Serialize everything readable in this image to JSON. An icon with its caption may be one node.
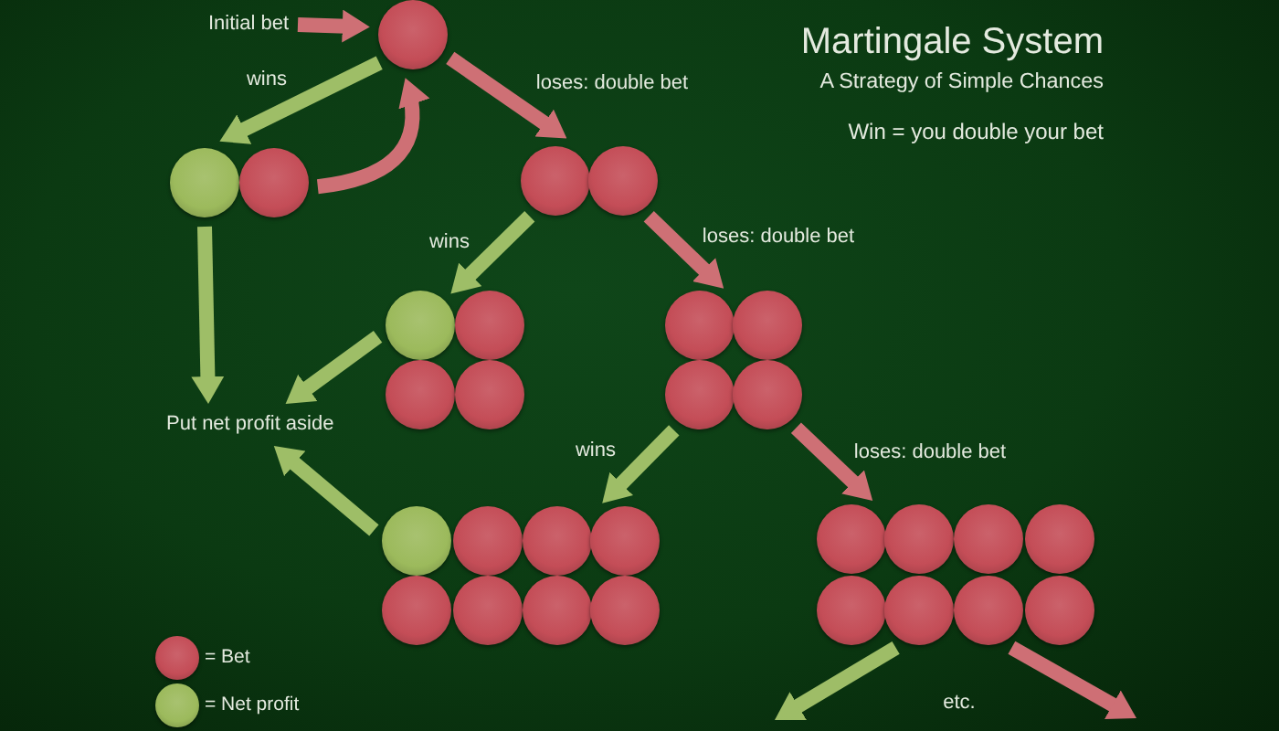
{
  "diagram": {
    "title": "Martingale System",
    "nodes": [
      {
        "text": [
          "Initial bet"
        ]
      },
      {
        "text": [],
        "shape": "circle"
      },
      {
        "text": [],
        "shape": "circle"
      },
      {
        "text": [],
        "shape": "circle"
      },
      {
        "text": [],
        "shape": "circle"
      },
      {
        "text": [],
        "shape": "circle"
      },
      {
        "text": [],
        "shape": "circle"
      },
      {
        "text": [],
        "shape": "circle"
      },
      {
        "text": [],
        "shape": "circle"
      },
      {
        "text": [],
        "shape": "circle"
      },
      {
        "text": [],
        "shape": "circle"
      },
      {
        "text": [],
        "shape": "circle"
      },
      {
        "text": [],
        "shape": "circle"
      },
      {
        "text": [],
        "shape": "circle"
      },
      {
        "text": [
          "Put net profit aside"
        ]
      },
      {
        "text": [],
        "shape": "circle"
      },
      {
        "text": [],
        "shape": "circle"
      },
      {
        "text": [],
        "shape": "circle"
      },
      {
        "text": [],
        "shape": "circle"
      },
      {
        "text": [],
        "shape": "circle"
      },
      {
        "text": [],
        "shape": "circle"
      },
      {
        "text": [],
        "shape": "circle"
      },
      {
        "text": [],
        "shape": "circle"
      },
      {
        "text": [],
        "shape": "circle"
      },
      {
        "text": [],
        "shape": "circle"
      },
      {
        "text": [],
        "shape": "circle"
      },
      {
        "text": [],
        "shape": "circle"
      },
      {
        "text": [],
        "shape": "circle"
      },
      {
        "text": [],
        "shape": "circle"
      },
      {
        "text": [],
        "shape": "circle"
      },
      {
        "text": [],
        "shape": "circle"
      }
    ],
    "edges": [
      {
        "from": 0,
        "to": 1,
        "arrow": "to",
        "color": "#d9737b"
      },
      {
        "from": 1,
        "to": 2,
        "arrow": "to",
        "label": "wins"
      },
      {
        "from": 3,
        "to": 1,
        "arrow": "to",
        "color": "#d9737b"
      },
      {
        "from": 1,
        "to": 4,
        "arrow": "to",
        "label": "loses: double bet",
        "color": "#d9737b"
      },
      {
        "from": 4,
        "to": 6,
        "arrow": "to",
        "label": "wins"
      },
      {
        "from": 5,
        "to": 10,
        "arrow": "to",
        "label": "loses: double bet",
        "color": "#d9737b"
      },
      {
        "from": 2,
        "to": 14,
        "arrow": "to"
      },
      {
        "from": 6,
        "to": 14,
        "arrow": "to"
      },
      {
        "from": 12,
        "to": 18,
        "arrow": "to",
        "label": "wins"
      },
      {
        "from": 13,
        "to": 23,
        "arrow": "to",
        "label": "loses: double bet",
        "color": "#d9737b"
      },
      {
        "from": 15,
        "to": 14,
        "arrow": "to"
      },
      {
        "from": 28,
        "to": null,
        "arrow": "to"
      },
      {
        "from": 29,
        "to": null,
        "arrow": "to",
        "color": "#d9737b"
      }
    ],
    "labels": [
      "A Strategy of Simple Chances",
      "Win = you double your bet",
      "etc."
    ],
    "legend": [
      {
        "text": "= Bet",
        "color": "#c44d57"
      },
      {
        "text": "= Net profit",
        "color": "#9cba5c"
      }
    ]
  }
}
